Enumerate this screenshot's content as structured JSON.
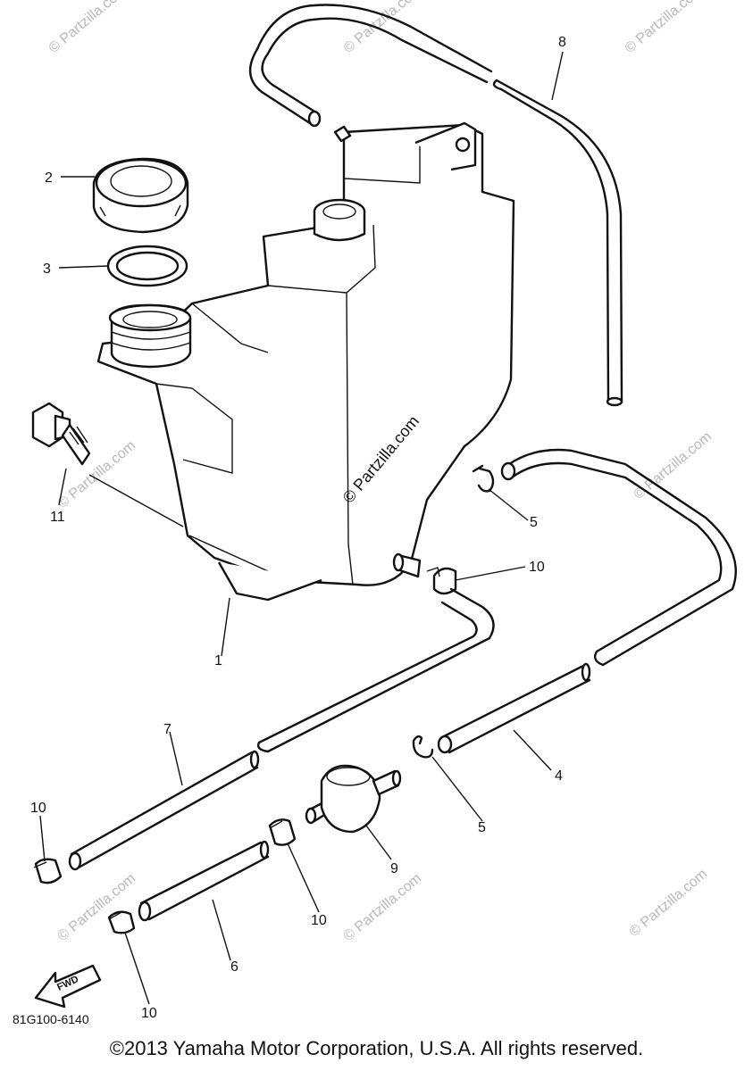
{
  "diagram": {
    "callouts": [
      "1",
      "2",
      "3",
      "4",
      "5",
      "5",
      "6",
      "7",
      "8",
      "9",
      "10",
      "10",
      "10",
      "10",
      "11"
    ],
    "fwd_label": "FWD",
    "drawing_code": "81G100-6140",
    "watermark_main": "© Partzilla.com",
    "watermark_repeat": "© Partzilla.com"
  },
  "footer": {
    "copyright": "©2013 Yamaha Motor Corporation, U.S.A. All rights reserved."
  }
}
